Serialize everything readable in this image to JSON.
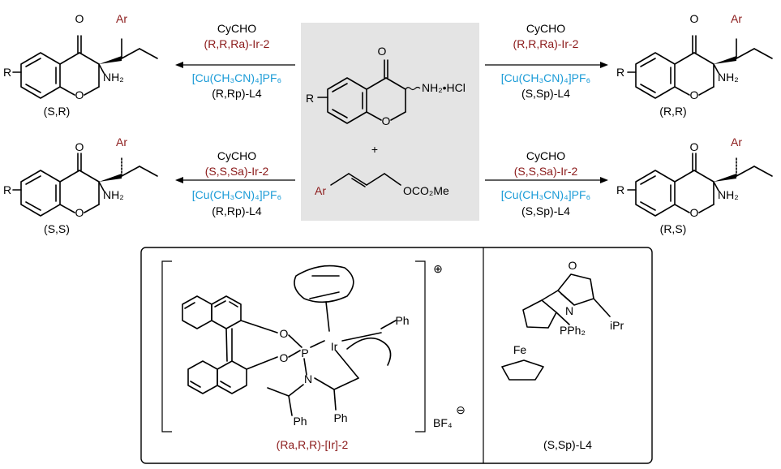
{
  "colors": {
    "red": "#8b1a1a",
    "blue": "#1a9bd7",
    "center_box": "#e4e4e4"
  },
  "center": {
    "oxo": "O",
    "amine_salt": "NH₂•HCl",
    "ring_o": "O",
    "r": "R",
    "plus": "+",
    "ar": "Ar",
    "carbonate": "OCO₂Me"
  },
  "conditions": {
    "top_left": {
      "reagent": "CyCHO",
      "catalyst": "(R,R,Ra)-Ir-2",
      "copper": "[Cu(CH₃CN)₄]PF₆",
      "ligand": "(R,Rp)-L4"
    },
    "top_right": {
      "reagent": "CyCHO",
      "catalyst": "(R,R,Ra)-Ir-2",
      "copper": "[Cu(CH₃CN)₄]PF₆",
      "ligand": "(S,Sp)-L4"
    },
    "bottom_left": {
      "reagent": "CyCHO",
      "catalyst": "(S,S,Sa)-Ir-2",
      "copper": "[Cu(CH₃CN)₄]PF₆",
      "ligand": "(R,Rp)-L4"
    },
    "bottom_right": {
      "reagent": "CyCHO",
      "catalyst": "(S,S,Sa)-Ir-2",
      "copper": "[Cu(CH₃CN)₄]PF₆",
      "ligand": "(S,Sp)-L4"
    }
  },
  "products": {
    "top_left": {
      "label": "(S,R)",
      "ar": "Ar",
      "amine": "NH₂",
      "oxo": "O",
      "ring_o": "O",
      "r": "R"
    },
    "top_right": {
      "label": "(R,R)",
      "ar": "Ar",
      "amine": "NH₂",
      "oxo": "O",
      "ring_o": "O",
      "r": "R"
    },
    "bottom_left": {
      "label": "(S,S)",
      "ar": "Ar",
      "amine": "NH₂",
      "oxo": "O",
      "ring_o": "O",
      "r": "R"
    },
    "bottom_right": {
      "label": "(R,S)",
      "ar": "Ar",
      "amine": "NH₂",
      "oxo": "O",
      "ring_o": "O",
      "r": "R"
    }
  },
  "catalyst_panel": {
    "charge": "⊕",
    "counterion": "BF₄",
    "counterion_charge": "⊖",
    "atoms": {
      "ir": "Ir",
      "p": "P",
      "n": "N",
      "o1": "O",
      "o2": "O",
      "ph1": "Ph",
      "ph2": "Ph",
      "ph3": "Ph"
    },
    "label": "(Ra,R,R)-[Ir]-2"
  },
  "ligand_panel": {
    "atoms": {
      "fe": "Fe",
      "pph2": "PPh₂",
      "n": "N",
      "o": "O",
      "ipr": "iPr"
    },
    "label": "(S,Sp)-L4"
  }
}
